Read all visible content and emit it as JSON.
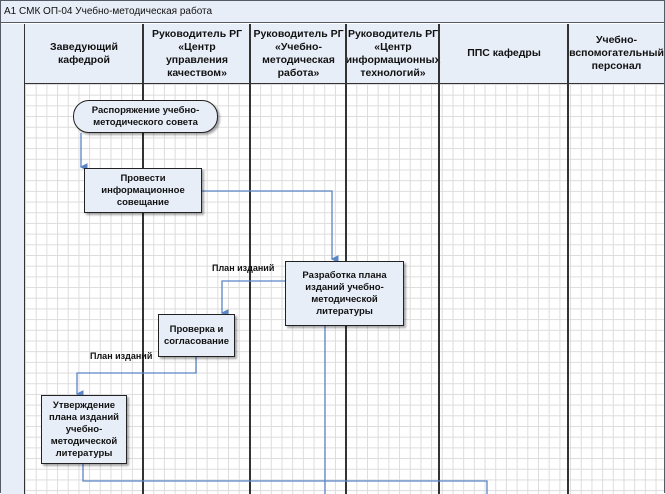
{
  "window": {
    "title": "А1 СМК ОП-04 Учебно-методическая работа"
  },
  "lanes": [
    {
      "id": "head",
      "label": "Заведующий кафедрой"
    },
    {
      "id": "quality",
      "label": "Руководитель РГ «Центр управления качеством»"
    },
    {
      "id": "method",
      "label": "Руководитель РГ «Учебно-методическая работа»"
    },
    {
      "id": "it",
      "label": "Руководитель РГ «Центр информационных технологий»"
    },
    {
      "id": "pps",
      "label": "ППС кафедры"
    },
    {
      "id": "support",
      "label": "Учебно-вспомогательный персонал"
    }
  ],
  "shapes": [
    {
      "id": "start",
      "type": "terminator",
      "lane": "head",
      "label": "Распоряжение учебно-методического совета"
    },
    {
      "id": "meeting",
      "type": "process",
      "lane": "head",
      "label": "Провести информационное совещание"
    },
    {
      "id": "develop",
      "type": "process",
      "lane": "method",
      "label": "Разработка плана изданий учебно-методической литературы"
    },
    {
      "id": "check",
      "type": "process",
      "lane": "quality",
      "label": "Проверка и согласование"
    },
    {
      "id": "approve",
      "type": "process",
      "lane": "head",
      "label": "Утверждение плана изданий учебно-методической литературы"
    }
  ],
  "connectors": [
    {
      "from": "start",
      "to": "meeting",
      "label": ""
    },
    {
      "from": "meeting",
      "to": "develop",
      "label": ""
    },
    {
      "from": "develop",
      "to": "check",
      "label": "План изданий"
    },
    {
      "from": "check",
      "to": "approve",
      "label": "План изданий"
    },
    {
      "from": "develop",
      "to": "",
      "label": ""
    },
    {
      "from": "approve",
      "to": "",
      "label": ""
    }
  ],
  "colors": {
    "shape_fill": "#e8eef8",
    "connector": "#5b86c6",
    "lane_border": "#333333"
  }
}
